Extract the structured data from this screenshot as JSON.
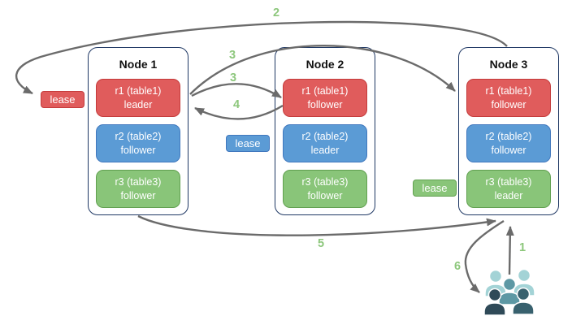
{
  "diagram": {
    "nodes": [
      {
        "title": "Node 1",
        "replicas": [
          {
            "name": "r1 (table1)",
            "role": "leader",
            "color": "red"
          },
          {
            "name": "r2 (table2)",
            "role": "follower",
            "color": "blue"
          },
          {
            "name": "r3 (table3)",
            "role": "follower",
            "color": "green"
          }
        ]
      },
      {
        "title": "Node 2",
        "replicas": [
          {
            "name": "r1 (table1)",
            "role": "follower",
            "color": "red"
          },
          {
            "name": "r2 (table2)",
            "role": "leader",
            "color": "blue"
          },
          {
            "name": "r3 (table3)",
            "role": "follower",
            "color": "green"
          }
        ]
      },
      {
        "title": "Node 3",
        "replicas": [
          {
            "name": "r1 (table1)",
            "role": "follower",
            "color": "red"
          },
          {
            "name": "r2 (table2)",
            "role": "follower",
            "color": "blue"
          },
          {
            "name": "r3 (table3)",
            "role": "leader",
            "color": "green"
          }
        ]
      }
    ],
    "leases": [
      {
        "label": "lease",
        "color": "red"
      },
      {
        "label": "lease",
        "color": "blue"
      },
      {
        "label": "lease",
        "color": "green"
      }
    ],
    "step_labels": {
      "s1": "1",
      "s2": "2",
      "s3a": "3",
      "s3b": "3",
      "s4": "4",
      "s5": "5",
      "s6": "6"
    },
    "icons": {
      "users_group": "users-group-icon"
    },
    "colors": {
      "red": {
        "fill": "#E05C5C",
        "border": "#C43B3B"
      },
      "blue": {
        "fill": "#5B9BD5",
        "border": "#4178BE"
      },
      "green": {
        "fill": "#89C579",
        "border": "#61A050"
      },
      "arrow": "#6B6B6B",
      "step_label": "#8DC77C",
      "node_border": "#1F3864",
      "users": {
        "light": "#A3D3D6",
        "medium": "#5D98A4",
        "dark_left": "#2F4A58",
        "dark_right": "#38616E"
      }
    }
  }
}
